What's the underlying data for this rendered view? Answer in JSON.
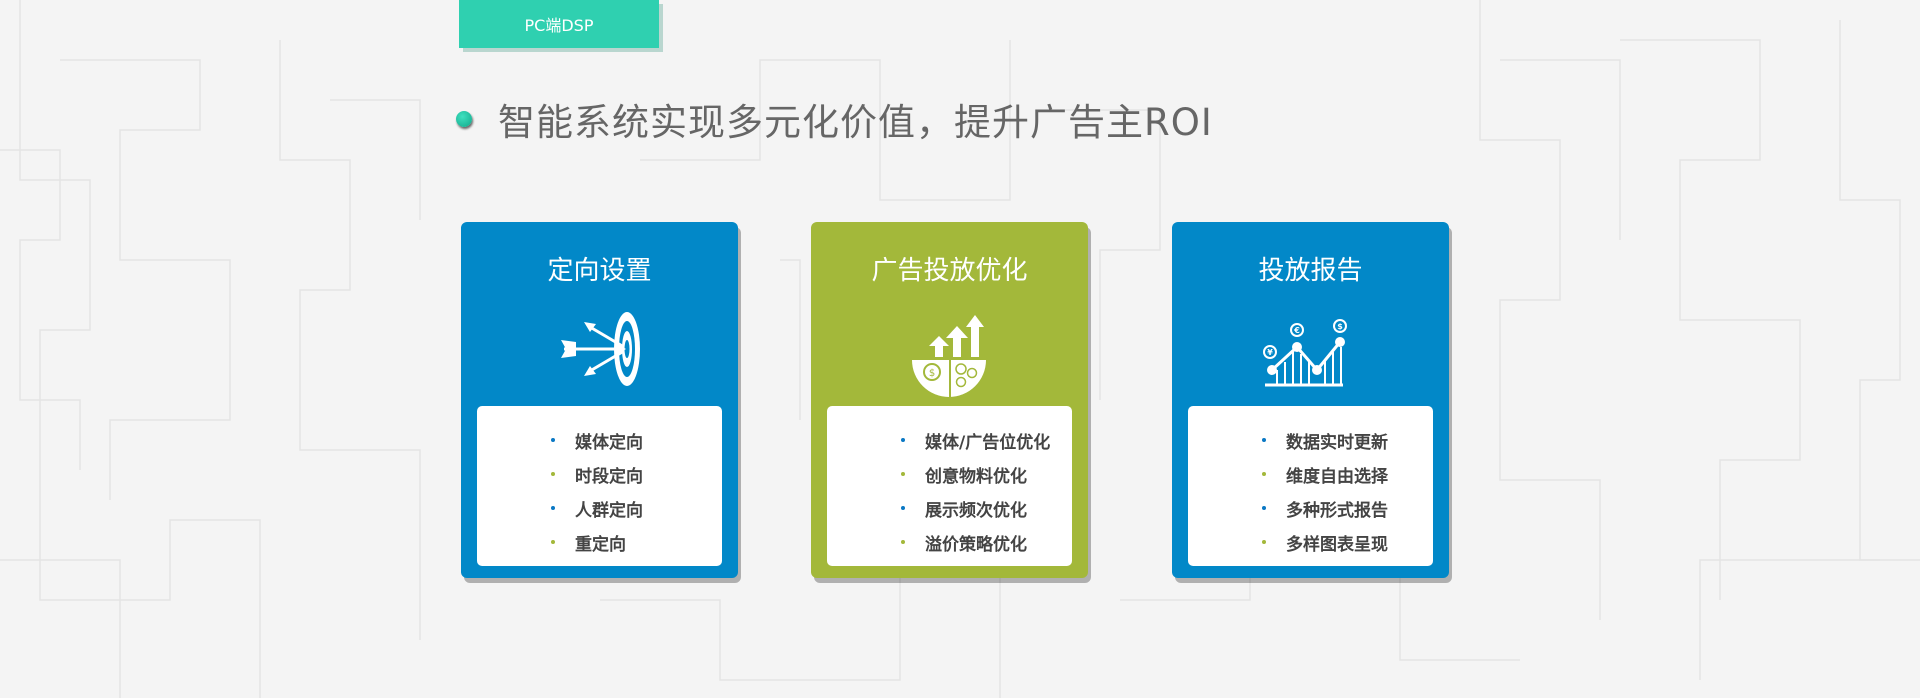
{
  "tab": {
    "label": "PC端DSP"
  },
  "headline": "智能系统实现多元化价值，提升广告主ROI",
  "colors": {
    "blue": "#0288c8",
    "green": "#a3b83a",
    "teal": "#2fd0b0"
  },
  "cards": [
    {
      "title": "定向设置",
      "icon": "target-arrows-icon",
      "color": "blue",
      "items": [
        "媒体定向",
        "时段定向",
        "人群定向",
        "重定向"
      ]
    },
    {
      "title": "广告投放优化",
      "icon": "money-growth-icon",
      "color": "green",
      "items": [
        "媒体/广告位优化",
        "创意物料优化",
        "展示频次优化",
        "溢价策略优化"
      ]
    },
    {
      "title": "投放报告",
      "icon": "currency-line-chart-icon",
      "color": "blue",
      "items": [
        "数据实时更新",
        "维度自由选择",
        "多种形式报告",
        "多样图表呈现"
      ]
    }
  ],
  "icon_labels": {
    "yen": "¥",
    "euro": "€",
    "dollar": "$"
  }
}
